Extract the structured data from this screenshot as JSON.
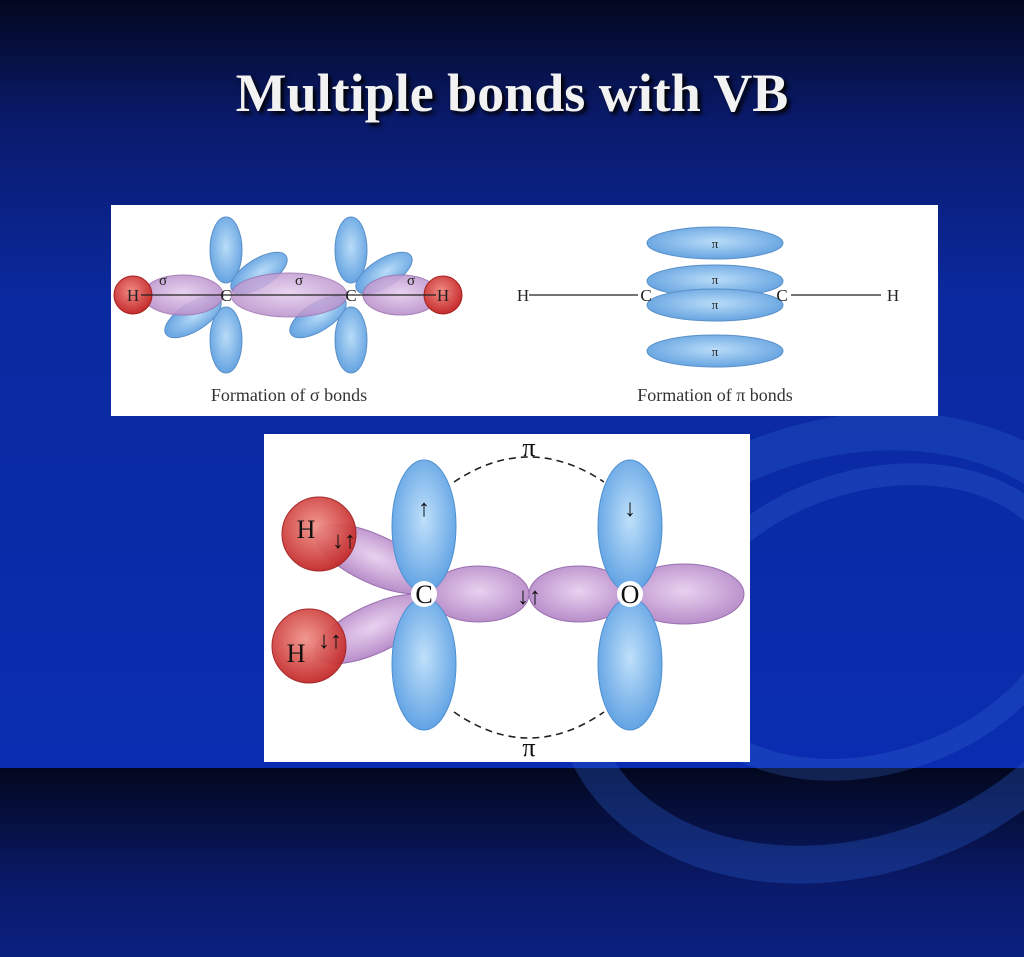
{
  "slide": {
    "title": "Multiple bonds with VB"
  },
  "sigma_diagram": {
    "caption": "Formation of σ bonds",
    "sigma_labels": [
      "σ",
      "σ",
      "σ"
    ],
    "atoms": [
      "H",
      "C",
      "C",
      "H"
    ]
  },
  "pi_diagram": {
    "caption": "Formation of π bonds",
    "pi_labels": [
      "π",
      "π",
      "π",
      "π"
    ],
    "atoms": [
      "H",
      "C",
      "C",
      "H"
    ]
  },
  "formaldehyde_diagram": {
    "pi_top": "π",
    "pi_bottom": "π",
    "atoms": {
      "h_top": "H",
      "h_bottom": "H",
      "carbon": "C",
      "oxygen": "O"
    },
    "electron_arrows": {
      "h_top_pair": "↓↑",
      "h_bottom_pair": "↓↑",
      "cc_pair": "↓↑",
      "c_p_orbital": "↑",
      "o_p_orbital": "↓"
    }
  },
  "colors": {
    "p_orbital": "#7fb6ea",
    "sp_orbital": "#c9a4d6",
    "hydrogen": "#d94848"
  }
}
